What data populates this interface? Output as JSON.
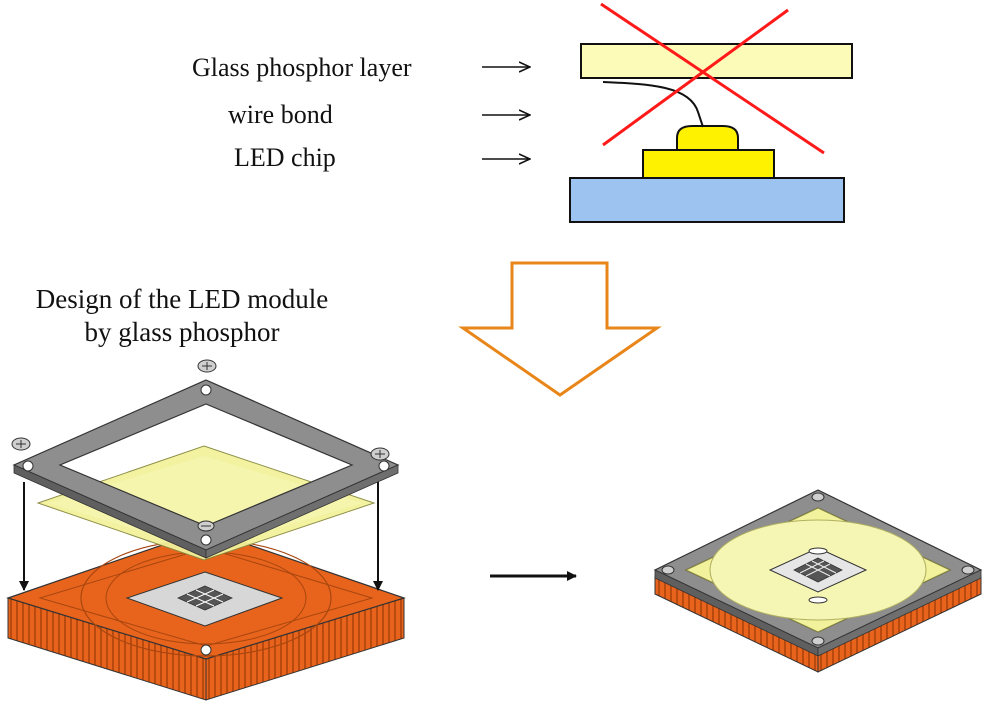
{
  "labels": {
    "glass_layer": "Glass phosphor layer",
    "wire_bond": "wire bond",
    "led_chip": "LED chip",
    "design_line1": "Design of the LED module",
    "design_line2": "by glass phosphor"
  },
  "colors": {
    "glass": "#fdfbb8",
    "chip": "#fff200",
    "substrate": "#9dc3f0",
    "cross": "#ff1a1a",
    "big_arrow": "#e8861a",
    "copper": "#e8641c",
    "frame": "#8e8e8e",
    "yellow_sheet": "#f2f29c"
  },
  "icons": [
    "right-arrow-icon",
    "down-arrow-icon",
    "cross-mark-icon",
    "screw-icon"
  ]
}
